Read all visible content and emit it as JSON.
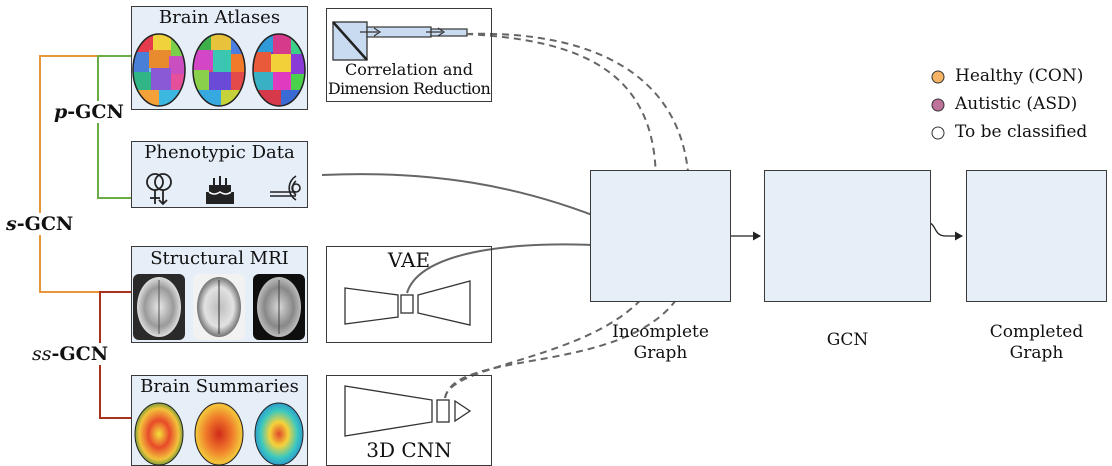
{
  "sources": {
    "brain_atlases": "Brain Atlases",
    "phenotypic_data": "Phenotypic Data",
    "structural_mri": "Structural MRI",
    "brain_summaries": "Brain Summaries"
  },
  "processing": {
    "correlation_line1": "Correlation and",
    "correlation_line2": "Dimension Reduction",
    "vae": "VAE",
    "cnn": "3D CNN"
  },
  "models": {
    "p_gcn": {
      "prefix": "p",
      "suffix": "-GCN"
    },
    "s_gcn": {
      "prefix": "s",
      "suffix": "-GCN"
    },
    "ss_gcn": {
      "prefix": "ss",
      "suffix": "-GCN"
    }
  },
  "stages": {
    "incomplete_line1": "Incomplete",
    "incomplete_line2": "Graph",
    "gcn": "GCN",
    "completed_line1": "Completed",
    "completed_line2": "Graph"
  },
  "legend": {
    "healthy": "Healthy (CON)",
    "autistic": "Autistic (ASD)",
    "unclassified": "To be classified"
  },
  "colors": {
    "healthy": "#f5b366",
    "autistic": "#c0739a",
    "unclassified": "#ffffff",
    "box_fill": "#e6eef8",
    "orange_line": "#e8963a",
    "green_line": "#6aad46",
    "red_line": "#a8321e",
    "arrow_gray": "#666666"
  },
  "icons": {
    "phenotype": [
      "gender-icon",
      "birthday-cake-icon",
      "scanner-site-icon"
    ]
  }
}
